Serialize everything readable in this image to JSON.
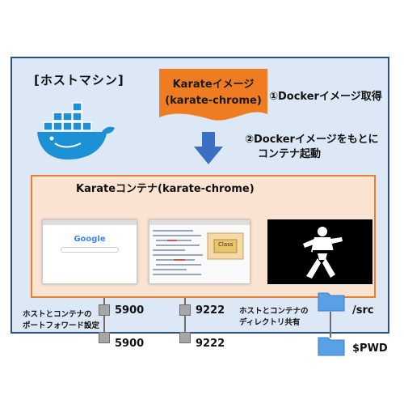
{
  "host": {
    "label": "[ホストマシン]"
  },
  "docker_image": {
    "line1": "Karateイメージ",
    "line2": "(karate-chrome)"
  },
  "steps": {
    "step1": "①Dockerイメージ取得",
    "step2_line1": "②Dockerイメージをもとに",
    "step2_line2": "コンテナ起動"
  },
  "container": {
    "label": "Karateコンテナ(karate-chrome)"
  },
  "screenshots": {
    "google_logo": "Google",
    "devtools_badge": "Class"
  },
  "ports": {
    "vnc_container": "5900",
    "vnc_host": "5900",
    "debug_container": "9222",
    "debug_host": "9222",
    "forward_label_line1": "ホストとコンテナの",
    "forward_label_line2": "ポートフォワード設定"
  },
  "shared_dir": {
    "label_line1": "ホストとコンテナの",
    "label_line2": "ディレクトリ共有",
    "container_path": "/src",
    "host_path": "$PWD"
  },
  "colors": {
    "host_bg": "#dce8f5",
    "host_border": "#2e4f86",
    "container_bg": "#fbe3d2",
    "container_border": "#ef7d31",
    "docker_image_fill": "#f07c22",
    "arrow": "#3b6fc4",
    "docker_whale": "#1d91d6",
    "folder": "#5aa0e6"
  }
}
